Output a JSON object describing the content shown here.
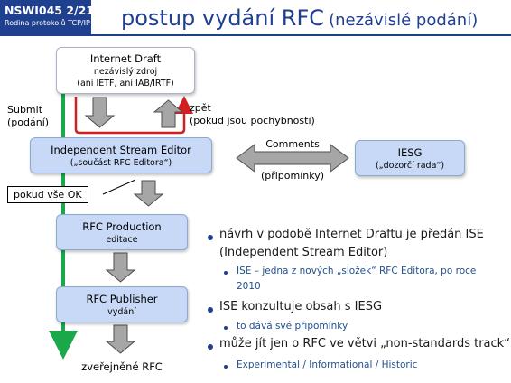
{
  "header": {
    "course_code": "NSWI045   2/21",
    "course_name": "Rodina protokolů TCP/IP",
    "title_main": "postup vydání RFC",
    "title_paren": "(nezávislé podání)"
  },
  "diagram": {
    "internet_draft": {
      "line1": "Internet Draft",
      "line2": "nezávislý  zdroj",
      "line3": "(ani IETF, ani IAB/IRTF)"
    },
    "submit_label": "Submit",
    "submit_sub": "(podání)",
    "back_label": "zpět",
    "back_sub": "(pokud jsou pochybnosti)",
    "ise": {
      "line1": "Independent Stream Editor",
      "line2": "(„součást RFC Editora“)"
    },
    "comments_label": "Comments",
    "comments_sub": "(připomínky)",
    "iesg": {
      "line1": "IESG",
      "line2": "(„dozorčí rada“)"
    },
    "ok_label": "pokud vše OK",
    "production": {
      "line1": "RFC Production",
      "line2": "editace"
    },
    "publisher": {
      "line1": "RFC Publisher",
      "line2": "vydání"
    },
    "published_label": "zveřejněné RFC",
    "colors": {
      "green": "#1aa84a",
      "red": "#d21f1f",
      "arrow_fill": "#a6a6a6",
      "arrow_stroke": "#4d4d4d"
    }
  },
  "bullets": [
    {
      "text": "návrh v podobě Internet Draftu je předán ISE",
      "level": 1
    },
    {
      "text": "(Independent Stream Editor)",
      "level": 1,
      "cont": true
    },
    {
      "text": "ISE – jedna z nových „složek“ RFC Editora, po roce",
      "level": 2
    },
    {
      "text": "2010",
      "level": 2,
      "cont": true
    },
    {
      "text": "ISE konzultuje obsah s IESG",
      "level": 1
    },
    {
      "text": "to dává své připomínky",
      "level": 2
    },
    {
      "text": "může jít jen o RFC ve větvi „non-standards track“",
      "level": 1
    },
    {
      "text": "Experimental / Informational / Historic",
      "level": 2
    }
  ]
}
